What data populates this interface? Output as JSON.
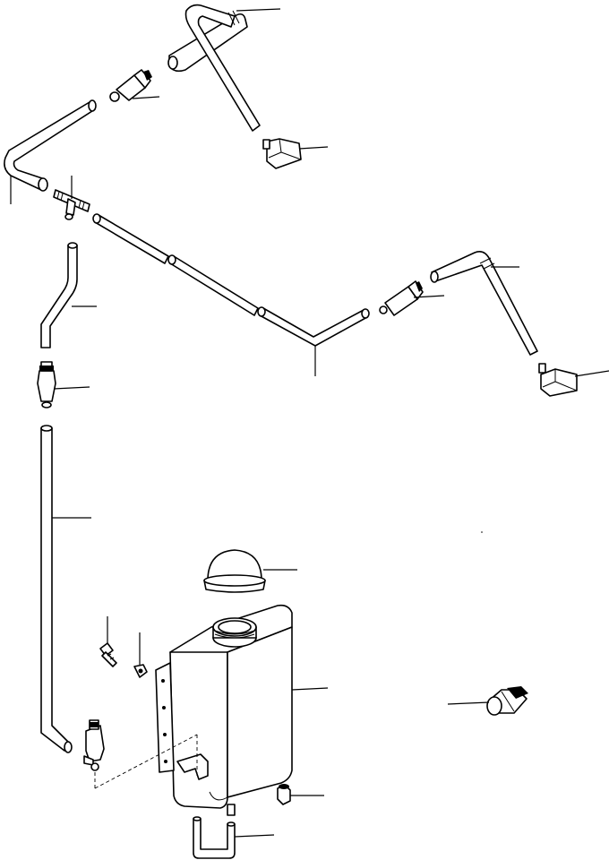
{
  "diagram": {
    "parts": [
      {
        "id": "hose-upper-right-loop",
        "label": ""
      },
      {
        "id": "nozzle-top-left",
        "label": ""
      },
      {
        "id": "nozzle-top-right",
        "label": ""
      },
      {
        "id": "check-valve-upper",
        "label": ""
      },
      {
        "id": "hose-bent-left",
        "label": ""
      },
      {
        "id": "tee-joint",
        "label": ""
      },
      {
        "id": "hose-long-right",
        "label": ""
      },
      {
        "id": "check-valve-right",
        "label": ""
      },
      {
        "id": "hose-right-bent",
        "label": ""
      },
      {
        "id": "nozzle-right",
        "label": ""
      },
      {
        "id": "hose-short-curved",
        "label": ""
      },
      {
        "id": "check-valve-lower",
        "label": ""
      },
      {
        "id": "hose-vertical-long",
        "label": ""
      },
      {
        "id": "tank-cap",
        "label": ""
      },
      {
        "id": "bolt",
        "label": ""
      },
      {
        "id": "washer",
        "label": ""
      },
      {
        "id": "washer-tank",
        "label": ""
      },
      {
        "id": "washer-motor",
        "label": ""
      },
      {
        "id": "grommet",
        "label": ""
      },
      {
        "id": "hose-u-bottom",
        "label": ""
      },
      {
        "id": "level-switch",
        "label": ""
      }
    ]
  }
}
